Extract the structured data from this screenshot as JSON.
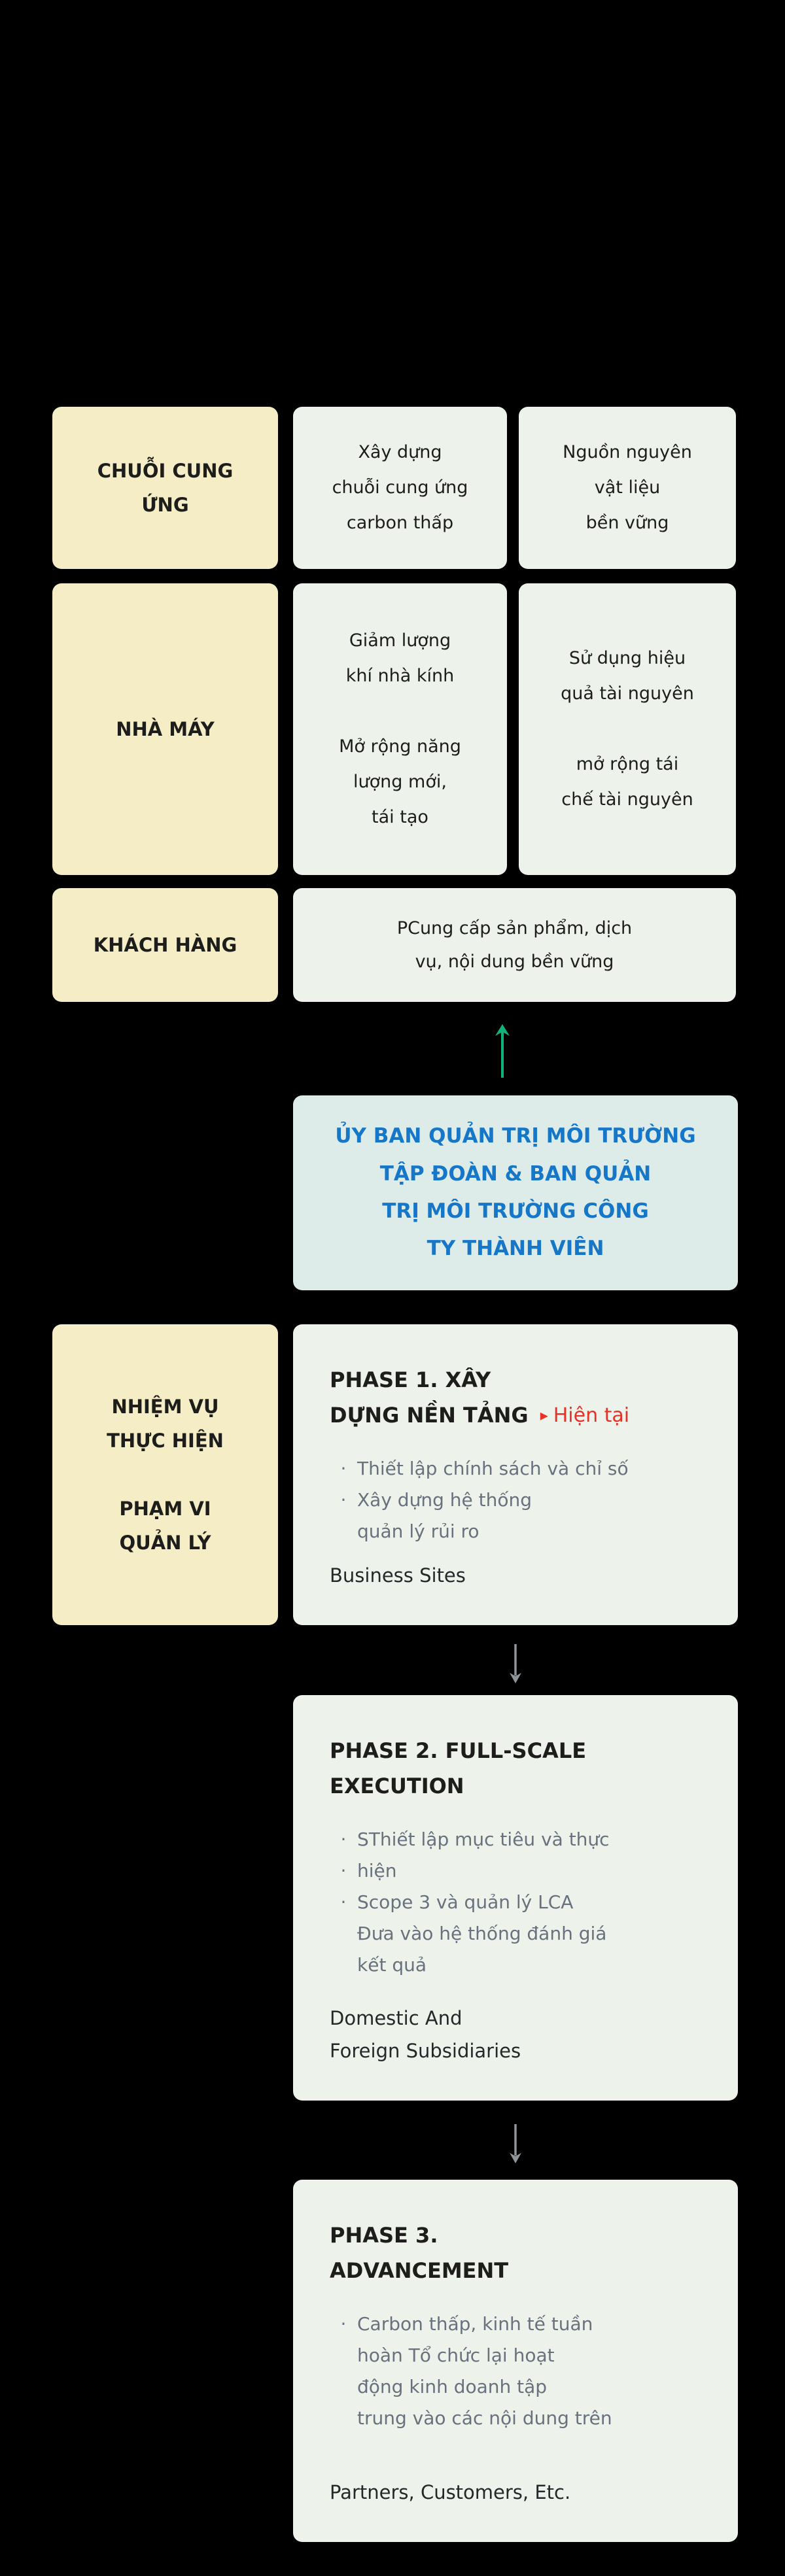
{
  "colors": {
    "background": "#000000",
    "label_box": "#f5edc6",
    "card_box": "#edf2ea",
    "committee_box": "#ddebe9",
    "committee_text": "#1677c8",
    "up_arrow": "#10b17c",
    "down_arrow": "#8f959b",
    "bullet_text": "#68727e",
    "current_tag": "#e63229",
    "dark_text": "#1d1d1b"
  },
  "value_chain": {
    "rows": [
      {
        "label": "CHUỖI CUNG\nỨNG",
        "cards": [
          "Xây dựng\nchuỗi cung ứng\ncarbon thấp",
          "Nguồn nguyên\nvật liệu\nbền vững"
        ]
      },
      {
        "label": "NHÀ MÁY",
        "cards": [
          "Giảm lượng\nkhí nhà kính\n\nMở rộng năng\nlượng mới,\ntái tạo",
          "Sử dụng hiệu\nquả tài nguyên\n\nmở rộng tái\nchế tài nguyên"
        ]
      },
      {
        "label": "KHÁCH HÀNG",
        "cards": [
          "PCung cấp sản phẩm, dịch\nvụ, nội dung bền vững"
        ]
      }
    ]
  },
  "committee": {
    "text": "ỦY BAN QUẢN TRỊ MÔI TRƯỜNG\nTẬP ĐOÀN & BAN QUẢN\nTRỊ MÔI TRƯỜNG CÔNG\nTY THÀNH VIÊN"
  },
  "mission": {
    "label": "NHIỆM VỤ\nTHỰC HIỆN\n\nPHẠM VI\nQUẢN LÝ"
  },
  "phases": [
    {
      "title_line1": "PHASE 1. XÂY",
      "title_line2": "DỰNG NỀN TẢNG",
      "tag_marker": "▸",
      "tag": "Hiện tại",
      "bullets": [
        {
          "marker": "·",
          "text": "Thiết lập chính sách và chỉ số"
        },
        {
          "marker": "·",
          "text": "Xây dựng hệ thống"
        },
        {
          "marker": "",
          "text": "quản lý rủi ro"
        }
      ],
      "footer": "Business Sites"
    },
    {
      "title_line1": "PHASE 2. FULL-SCALE",
      "title_line2": "EXECUTION",
      "tag_marker": "",
      "tag": "",
      "bullets": [
        {
          "marker": "·",
          "text": "SThiết lập mục tiêu và thực"
        },
        {
          "marker": "·",
          "text": "hiện"
        },
        {
          "marker": "·",
          "text": "Scope 3 và quản lý LCA"
        },
        {
          "marker": "",
          "text": "Đưa vào hệ thống đánh giá"
        },
        {
          "marker": "",
          "text": "kết quả"
        }
      ],
      "footer": "Domestic And\nForeign Subsidiaries"
    },
    {
      "title_line1": "PHASE 3.",
      "title_line2": "ADVANCEMENT",
      "tag_marker": "",
      "tag": "",
      "bullets": [
        {
          "marker": "·",
          "text": "Carbon thấp, kinh tế tuần"
        },
        {
          "marker": "",
          "text": "hoàn Tổ chức  lại hoạt"
        },
        {
          "marker": "",
          "text": "động kinh doanh tập"
        },
        {
          "marker": "",
          "text": "trung vào các nội dung trên"
        }
      ],
      "footer": "Partners, Customers, Etc."
    }
  ]
}
